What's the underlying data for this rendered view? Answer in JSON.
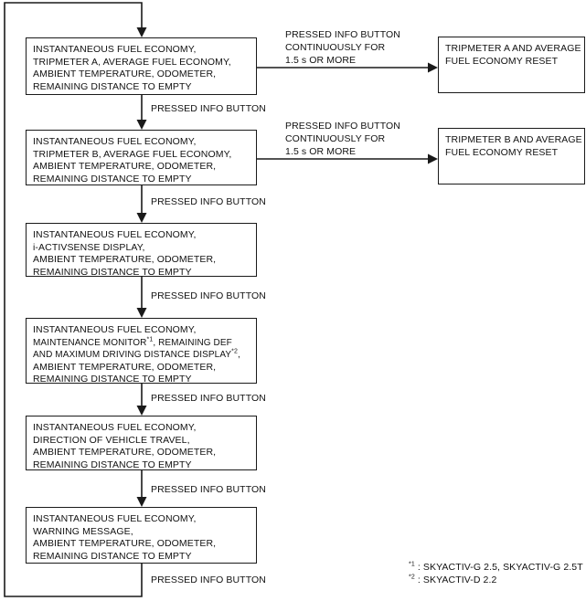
{
  "diagram": {
    "title": "Info Display Switching Flow",
    "accent_color": "#1a1a1a",
    "background_color": "#ffffff"
  },
  "nodes": [
    {
      "id": "box-tripmeter-a",
      "lines": [
        "INSTANTANEOUS FUEL ECONOMY,",
        "TRIPMETER A,  AVERAGE FUEL ECONOMY,",
        "AMBIENT TEMPERATURE, ODOMETER,",
        "REMAINING DISTANCE TO EMPTY"
      ]
    },
    {
      "id": "box-tripmeter-b",
      "lines": [
        "INSTANTANEOUS FUEL ECONOMY,",
        "TRIPMETER B,  AVERAGE FUEL ECONOMY,",
        "AMBIENT TEMPERATURE, ODOMETER,",
        "REMAINING DISTANCE TO EMPTY"
      ]
    },
    {
      "id": "box-i-activsense",
      "lines": [
        "INSTANTANEOUS FUEL ECONOMY,",
        "i-ACTIVSENSE  DISPLAY,",
        "AMBIENT TEMPERATURE, ODOMETER,",
        "REMAINING DISTANCE TO EMPTY"
      ]
    },
    {
      "id": "box-maintenance-monitor",
      "lines": [
        "INSTANTANEOUS FUEL ECONOMY,",
        "MAINTENANCE MONITOR*1, REMAINING DEF",
        "AND MAXIMUM DRIVING DISTANCE DISPLAY*2,",
        "AMBIENT TEMPERATURE, ODOMETER,",
        "REMAINING DISTANCE TO EMPTY"
      ]
    },
    {
      "id": "box-direction-of-travel",
      "lines": [
        "INSTANTANEOUS FUEL ECONOMY,",
        "DIRECTION OF VEHICLE TRAVEL,",
        "AMBIENT TEMPERATURE, ODOMETER,",
        "REMAINING DISTANCE TO EMPTY"
      ]
    },
    {
      "id": "box-warning-message",
      "lines": [
        "INSTANTANEOUS FUEL ECONOMY,",
        "WARNING MESSAGE,",
        "AMBIENT TEMPERATURE, ODOMETER,",
        "REMAINING DISTANCE TO EMPTY"
      ]
    },
    {
      "id": "box-reset-a",
      "lines": [
        "TRIPMETER A AND AVERAGE",
        "FUEL ECONOMY RESET"
      ]
    },
    {
      "id": "box-reset-b",
      "lines": [
        "TRIPMETER B AND AVERAGE",
        "FUEL ECONOMY RESET"
      ]
    }
  ],
  "edge_labels": {
    "pressed_info_button": "PRESSED INFO BUTTON",
    "hold_line_1": "PRESSED INFO BUTTON",
    "hold_line_2": "CONTINUOUSLY FOR",
    "hold_line_3": "1.5 s OR MORE"
  },
  "footnotes": [
    {
      "marker": "*1",
      "separator": " : ",
      "text": "SKYACTIV-G 2.5, SKYACTIV-G 2.5T"
    },
    {
      "marker": "*2",
      "separator": " : ",
      "text": "SKYACTIV-D 2.2"
    }
  ]
}
